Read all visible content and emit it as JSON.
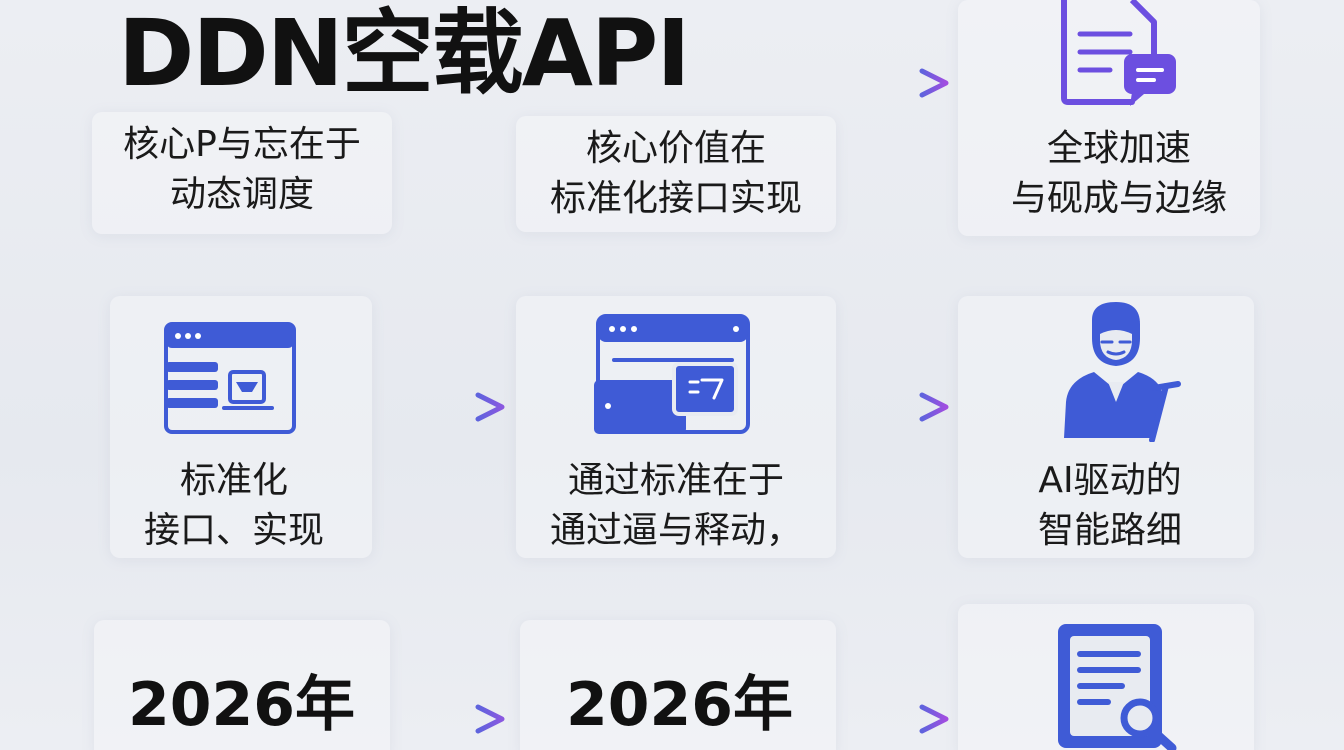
{
  "title": "DDN空载API",
  "row1": {
    "col1": {
      "line1": "核心P与忘在于",
      "line2": "动态调度"
    },
    "col2": {
      "line1": "核心价值在",
      "line2": "标准化接口实现"
    },
    "col3": {
      "line1": "全球加速",
      "line2": "与砚成与边缘"
    }
  },
  "row2": {
    "col1": {
      "line1": "标准化",
      "line2": "接口、实现"
    },
    "col2": {
      "line1": "通过标准在于",
      "line2": "通过逼与释动，"
    },
    "col3": {
      "line1": "AI驱动的",
      "line2": "智能路细"
    }
  },
  "row3": {
    "col1": "2026年",
    "col2": "2026年"
  },
  "icons": {
    "document_chat": "document-chat-icon",
    "browser_form": "browser-form-icon",
    "browser_devices": "browser-devices-icon",
    "ai_person": "ai-person-icon",
    "document_search": "document-search-icon"
  },
  "colors": {
    "icon_blue": "#3f5bd6",
    "icon_purple": "#6c4fe0",
    "arrow_start": "#5e63dd",
    "arrow_end": "#a24de0"
  }
}
